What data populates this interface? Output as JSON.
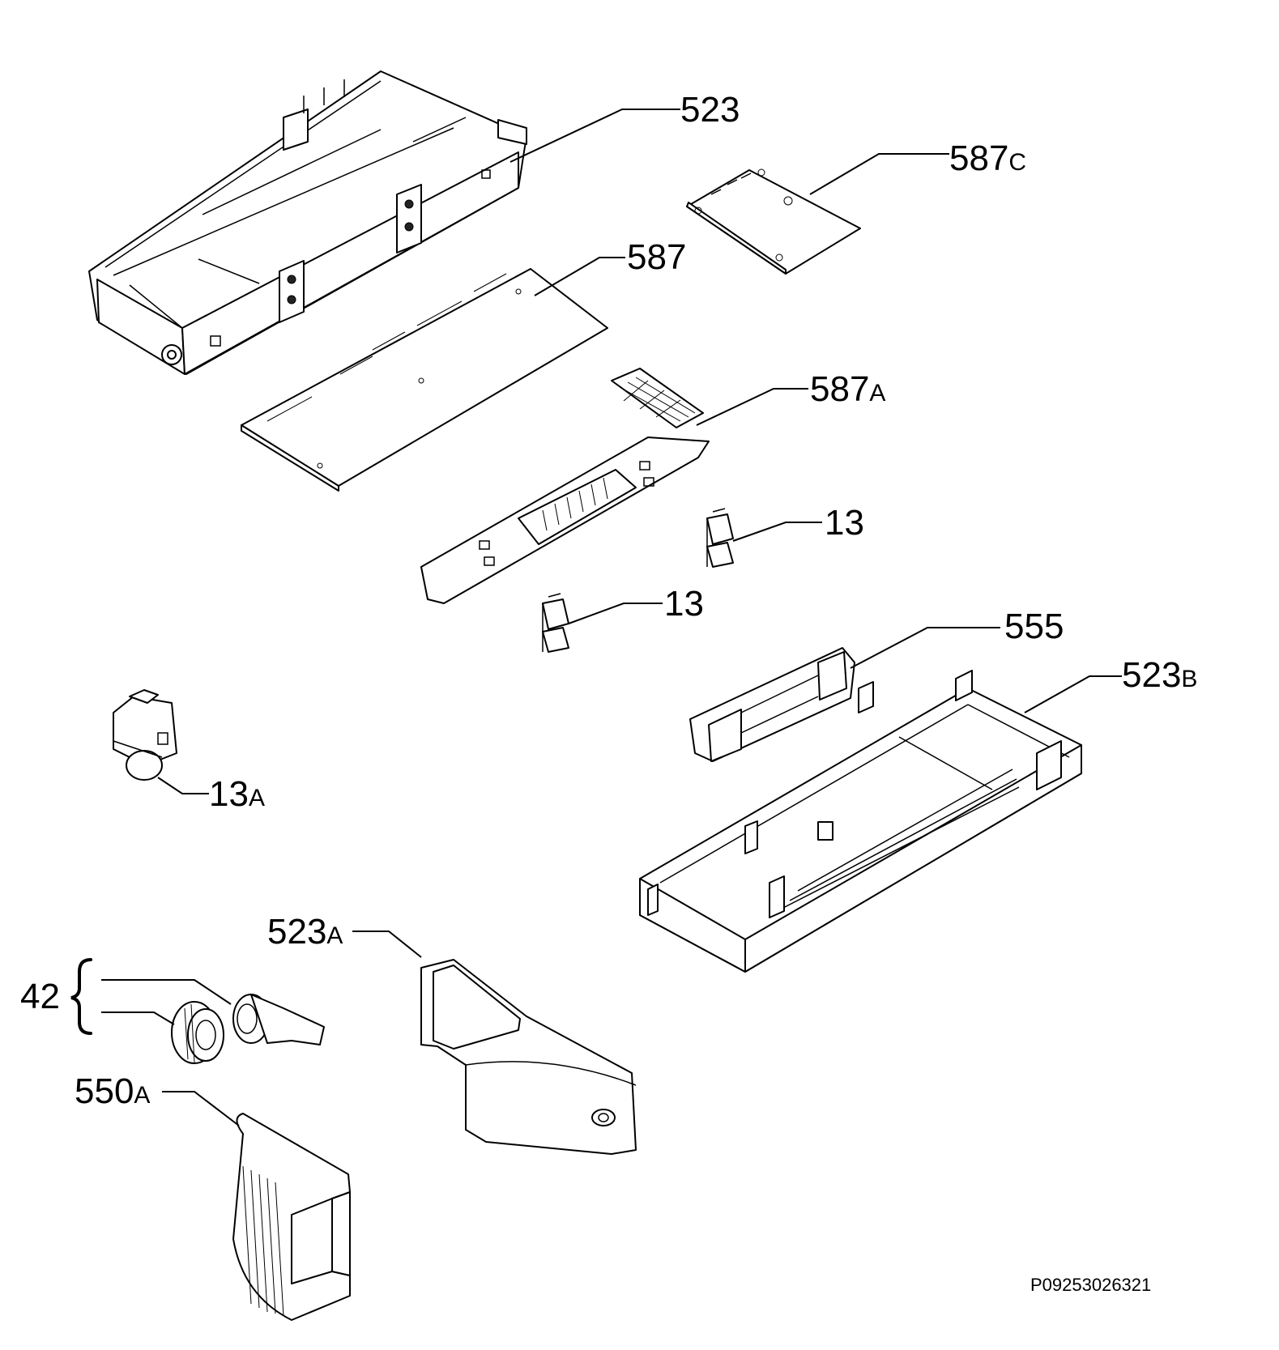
{
  "diagram": {
    "document_id": "P09253026321",
    "callouts": [
      {
        "id": "523",
        "number": "523",
        "suffix": ""
      },
      {
        "id": "587C",
        "number": "587",
        "suffix": "C"
      },
      {
        "id": "587",
        "number": "587",
        "suffix": ""
      },
      {
        "id": "587A",
        "number": "587",
        "suffix": "A"
      },
      {
        "id": "13-upper",
        "number": "13",
        "suffix": ""
      },
      {
        "id": "13-lower",
        "number": "13",
        "suffix": ""
      },
      {
        "id": "555",
        "number": "555",
        "suffix": ""
      },
      {
        "id": "523B",
        "number": "523",
        "suffix": "B"
      },
      {
        "id": "13A",
        "number": "13",
        "suffix": "A"
      },
      {
        "id": "523A",
        "number": "523",
        "suffix": "A"
      },
      {
        "id": "42",
        "number": "42",
        "suffix": ""
      },
      {
        "id": "550A",
        "number": "550",
        "suffix": "A"
      }
    ]
  }
}
